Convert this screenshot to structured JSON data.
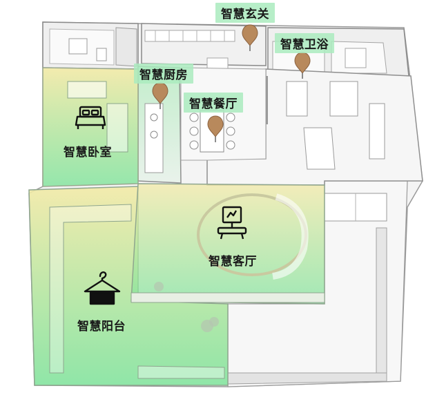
{
  "rooms": {
    "entrance": {
      "label": "智慧玄关",
      "icon": "location-pin-icon"
    },
    "bathroom": {
      "label": "智慧卫浴",
      "icon": "location-pin-icon"
    },
    "kitchen": {
      "label": "智慧厨房",
      "icon": "location-pin-icon"
    },
    "dining": {
      "label": "智慧餐厅",
      "icon": "location-pin-icon"
    },
    "bedroom": {
      "label": "智慧卧室",
      "icon": "bed-icon"
    },
    "living": {
      "label": "智慧客厅",
      "icon": "tv-icon"
    },
    "balcony": {
      "label": "智慧阳台",
      "icon": "clothes-hanger-icon"
    }
  },
  "colors": {
    "highlight_green": "#7ee39a",
    "highlight_yellow": "#f3eaa6",
    "tag_green": "#aaebbe",
    "pin_brown": "#b8895c",
    "wall": "#d9d9d9",
    "floor": "#f2f2f2"
  }
}
